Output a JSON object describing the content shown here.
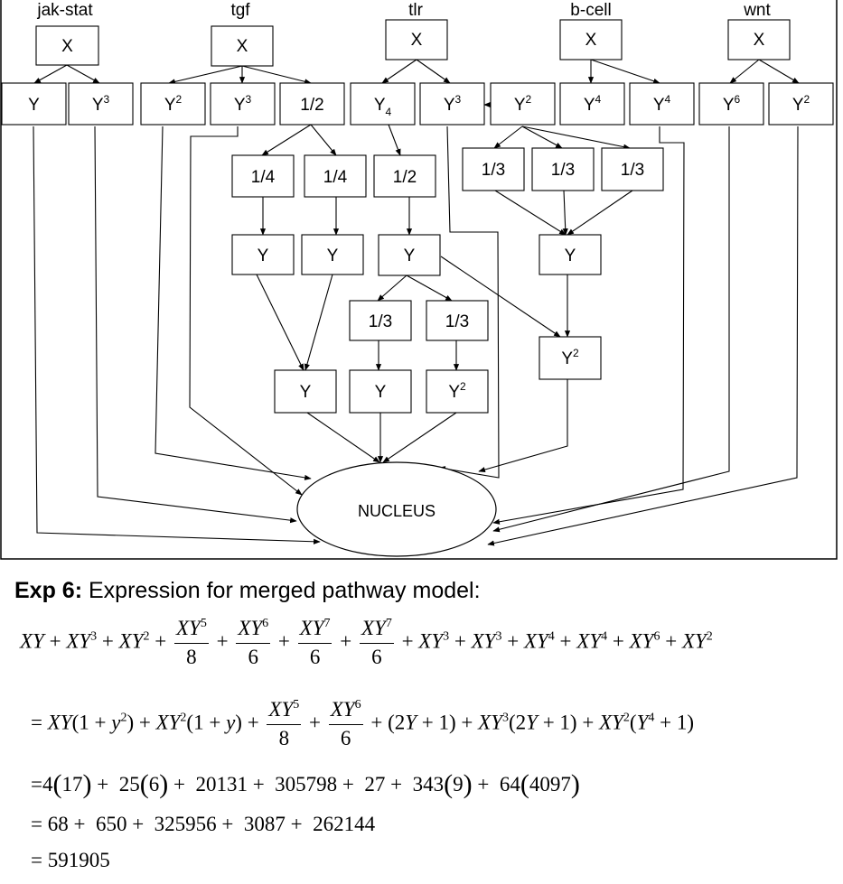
{
  "pathways": [
    "jak-stat",
    "tgf",
    "tlr",
    "b-cell",
    "wnt"
  ],
  "boxes": {
    "x": "X",
    "y": "Y",
    "y2": "Y2",
    "y3": "Y3",
    "y4": "Y4",
    "y6": "Y6",
    "half": "1/2",
    "quarter": "1/4",
    "third": "1/3",
    "nucleus": "NUCLEUS"
  },
  "expression": {
    "heading_bold": "Exp 6:",
    "heading_text": "Expression for merged pathway model:",
    "line1": "XY + XY3 + XY2 + XY5/8 + XY6/6 + XY7/6 + XY7/6 + XY3 + XY3 + XY4 + XY4 + XY6 + XY2",
    "line2": "= XY(1 + y2) + XY2(1 + y) + XY5/8 + XY6/6 + (2Y + 1) + XY3(2Y + 1) + XY2(Y4 + 1)",
    "line3": "=4(17) + 25(6) + 20131 + 305798 + 27 + 343(9) + 64(4097)",
    "line4": "= 68 + 650 + 325956 + 3087 + 262144",
    "line5": "= 591905"
  }
}
